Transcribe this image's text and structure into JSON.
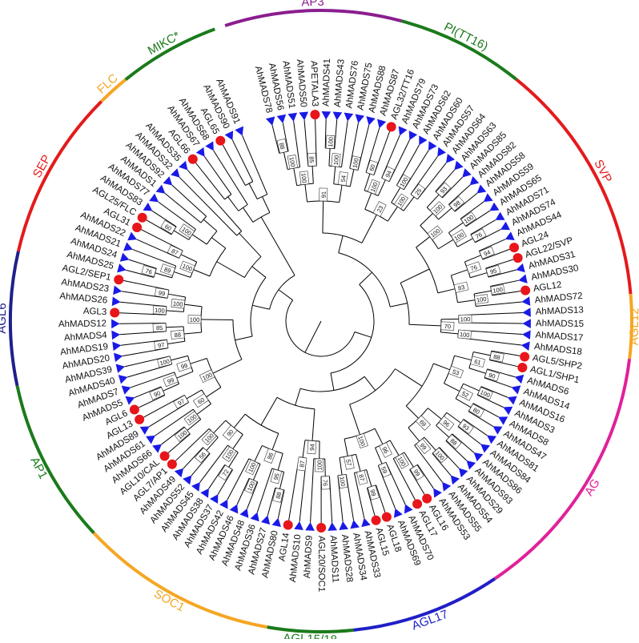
{
  "tree": {
    "center_deg_note": "",
    "clades": [
      {
        "name": "AP3",
        "color": "#8B1E8E",
        "start": -18,
        "end": 15
      },
      {
        "name": "PI(TT16)",
        "color": "#1B7A1B",
        "start": 15,
        "end": 39
      },
      {
        "name": "SVP",
        "color": "#E41A1C",
        "start": 39,
        "end": 85
      },
      {
        "name": "AGL12",
        "color": "#F5A623",
        "start": 85,
        "end": 97
      },
      {
        "name": "AG",
        "color": "#E0219A",
        "start": 97,
        "end": 146
      },
      {
        "name": "AGL17",
        "color": "#1F1FC8",
        "start": 146,
        "end": 174
      },
      {
        "name": "AGL15/18",
        "color": "#1B7A1B",
        "start": 174,
        "end": 190
      },
      {
        "name": "SOC1",
        "color": "#F5A623",
        "start": 190,
        "end": 227
      },
      {
        "name": "AP1",
        "color": "#1B7A1B",
        "start": 227,
        "end": 258
      },
      {
        "name": "AGL6",
        "color": "#1F1F8C",
        "start": 258,
        "end": 283
      },
      {
        "name": "SEP",
        "color": "#E41A1C",
        "start": 283,
        "end": 315
      },
      {
        "name": "FLC",
        "color": "#F5A623",
        "start": 315,
        "end": 321
      },
      {
        "name": "MIKC*",
        "color": "#1B7A1B",
        "start": 321,
        "end": 340
      }
    ],
    "leaves": [
      {
        "label": "AhMADS78",
        "marker": "triangle"
      },
      {
        "label": "AhMADS56",
        "marker": "triangle"
      },
      {
        "label": "AhMADS51",
        "marker": "triangle"
      },
      {
        "label": "AhMADS50",
        "marker": "triangle"
      },
      {
        "label": "APETALA3",
        "marker": "circle"
      },
      {
        "label": "AhMADS41",
        "marker": "triangle"
      },
      {
        "label": "AhMADS43",
        "marker": "triangle"
      },
      {
        "label": "AhMADS76",
        "marker": "triangle"
      },
      {
        "label": "AhMADS75",
        "marker": "triangle"
      },
      {
        "label": "AhMADS88",
        "marker": "triangle"
      },
      {
        "label": "AhMADS87",
        "marker": "triangle"
      },
      {
        "label": "AGL32/TT16",
        "marker": "circle"
      },
      {
        "label": "AhMADS79",
        "marker": "triangle"
      },
      {
        "label": "AhMADS73",
        "marker": "triangle"
      },
      {
        "label": "AhMADS62",
        "marker": "triangle"
      },
      {
        "label": "AhMADS60",
        "marker": "triangle"
      },
      {
        "label": "AhMADS57",
        "marker": "triangle"
      },
      {
        "label": "AhMADS64",
        "marker": "triangle"
      },
      {
        "label": "AhMADS63",
        "marker": "triangle"
      },
      {
        "label": "AhMADS85",
        "marker": "triangle"
      },
      {
        "label": "AhMADS82",
        "marker": "triangle"
      },
      {
        "label": "AhMADS58",
        "marker": "triangle"
      },
      {
        "label": "AhMADS59",
        "marker": "triangle"
      },
      {
        "label": "AhMADS65",
        "marker": "triangle"
      },
      {
        "label": "AhMADS71",
        "marker": "triangle"
      },
      {
        "label": "AhMADS74",
        "marker": "triangle"
      },
      {
        "label": "AhMADS44",
        "marker": "triangle"
      },
      {
        "label": "AGL24",
        "marker": "circle"
      },
      {
        "label": "AGL22/SVP",
        "marker": "circle"
      },
      {
        "label": "AhMADS31",
        "marker": "triangle"
      },
      {
        "label": "AhMADS30",
        "marker": "triangle"
      },
      {
        "label": "AGL12",
        "marker": "circle"
      },
      {
        "label": "AhMADS72",
        "marker": "triangle"
      },
      {
        "label": "AhMADS13",
        "marker": "triangle"
      },
      {
        "label": "AhMADS15",
        "marker": "triangle"
      },
      {
        "label": "AhMADS17",
        "marker": "triangle"
      },
      {
        "label": "AhMADS18",
        "marker": "triangle"
      },
      {
        "label": "AGL5/SHP2",
        "marker": "circle"
      },
      {
        "label": "AGL1/SHP1",
        "marker": "circle"
      },
      {
        "label": "AhMADS6",
        "marker": "triangle"
      },
      {
        "label": "AhMADS14",
        "marker": "triangle"
      },
      {
        "label": "AhMADS16",
        "marker": "triangle"
      },
      {
        "label": "AhMADS3",
        "marker": "triangle"
      },
      {
        "label": "AhMADS8",
        "marker": "triangle"
      },
      {
        "label": "AhMADS47",
        "marker": "triangle"
      },
      {
        "label": "AhMADS81",
        "marker": "triangle"
      },
      {
        "label": "AhMADS84",
        "marker": "triangle"
      },
      {
        "label": "AhMADS86",
        "marker": "triangle"
      },
      {
        "label": "AhMADS93",
        "marker": "triangle"
      },
      {
        "label": "AhMADS29",
        "marker": "triangle"
      },
      {
        "label": "AhMADS54",
        "marker": "triangle"
      },
      {
        "label": "AhMADS55",
        "marker": "triangle"
      },
      {
        "label": "AhMADS53",
        "marker": "triangle"
      },
      {
        "label": "AGL16",
        "marker": "circle"
      },
      {
        "label": "AGL17",
        "marker": "circle"
      },
      {
        "label": "AhMADS70",
        "marker": "triangle"
      },
      {
        "label": "AhMADS69",
        "marker": "triangle"
      },
      {
        "label": "AGL18",
        "marker": "circle"
      },
      {
        "label": "AGL15",
        "marker": "circle"
      },
      {
        "label": "AhMADS33",
        "marker": "triangle"
      },
      {
        "label": "AhMADS34",
        "marker": "triangle"
      },
      {
        "label": "AhMADS28",
        "marker": "triangle"
      },
      {
        "label": "AhMADS11",
        "marker": "triangle"
      },
      {
        "label": "AGL20/SOC1",
        "marker": "circle"
      },
      {
        "label": "AhMADS9",
        "marker": "triangle"
      },
      {
        "label": "AhMADS10",
        "marker": "triangle"
      },
      {
        "label": "AGL14",
        "marker": "circle"
      },
      {
        "label": "AhMADS80",
        "marker": "triangle"
      },
      {
        "label": "AhMADS27",
        "marker": "triangle"
      },
      {
        "label": "AhMADS36",
        "marker": "triangle"
      },
      {
        "label": "AhMADS48",
        "marker": "triangle"
      },
      {
        "label": "AhMADS46",
        "marker": "triangle"
      },
      {
        "label": "AhMADS42",
        "marker": "triangle"
      },
      {
        "label": "AhMADS37",
        "marker": "triangle"
      },
      {
        "label": "AhMADS38",
        "marker": "triangle"
      },
      {
        "label": "AhMADS45",
        "marker": "triangle"
      },
      {
        "label": "AhMADS52",
        "marker": "triangle"
      },
      {
        "label": "AhMADS49",
        "marker": "triangle"
      },
      {
        "label": "AGL7/AP1",
        "marker": "circle"
      },
      {
        "label": "AGL10/CAL",
        "marker": "circle"
      },
      {
        "label": "AhMADS66",
        "marker": "triangle"
      },
      {
        "label": "AhMADS61",
        "marker": "triangle"
      },
      {
        "label": "AhMADS89",
        "marker": "triangle"
      },
      {
        "label": "AGL13",
        "marker": "circle"
      },
      {
        "label": "AGL6",
        "marker": "circle"
      },
      {
        "label": "AhMADS5",
        "marker": "triangle"
      },
      {
        "label": "AhMADS7",
        "marker": "triangle"
      },
      {
        "label": "AhMADS40",
        "marker": "triangle"
      },
      {
        "label": "AhMADS39",
        "marker": "triangle"
      },
      {
        "label": "AhMADS20",
        "marker": "triangle"
      },
      {
        "label": "AhMADS19",
        "marker": "triangle"
      },
      {
        "label": "AhMADS4",
        "marker": "triangle"
      },
      {
        "label": "AhMADS12",
        "marker": "triangle"
      },
      {
        "label": "AGL3",
        "marker": "circle"
      },
      {
        "label": "AhMADS26",
        "marker": "triangle"
      },
      {
        "label": "AhMADS23",
        "marker": "triangle"
      },
      {
        "label": "AGL2/SEP1",
        "marker": "circle"
      },
      {
        "label": "AhMADS25",
        "marker": "triangle"
      },
      {
        "label": "AhMADS24",
        "marker": "triangle"
      },
      {
        "label": "AhMADS21",
        "marker": "triangle"
      },
      {
        "label": "AhMADS22",
        "marker": "triangle"
      },
      {
        "label": "AGL31",
        "marker": "circle"
      },
      {
        "label": "AGL25/FLC",
        "marker": "circle"
      },
      {
        "label": "AhMADS83",
        "marker": "triangle"
      },
      {
        "label": "AhMADS77",
        "marker": "triangle"
      },
      {
        "label": "AhMADS1",
        "marker": "triangle"
      },
      {
        "label": "AhMADS92",
        "marker": "triangle"
      },
      {
        "label": "AhMADS32",
        "marker": "triangle"
      },
      {
        "label": "AhMADS35",
        "marker": "triangle"
      },
      {
        "label": "AGL66",
        "marker": "circle"
      },
      {
        "label": "AhMADS67",
        "marker": "triangle"
      },
      {
        "label": "AhMADS68",
        "marker": "triangle"
      },
      {
        "label": "AGL65",
        "marker": "circle"
      },
      {
        "label": "AhMADS90",
        "marker": "triangle"
      },
      {
        "label": "AhMADS91",
        "marker": "triangle"
      }
    ],
    "bootstrap_values": [
      "88",
      "100",
      "85",
      "100",
      "100",
      "100",
      "100",
      "54",
      "91",
      "60",
      "94",
      "100",
      "100",
      "25",
      "100",
      "23",
      "93",
      "98",
      "100",
      "100",
      "76",
      "100",
      "100",
      "94",
      "95",
      "76",
      "100",
      "100",
      "83",
      "100",
      "100",
      "70",
      "88",
      "90",
      "61",
      "100",
      "80",
      "52",
      "53",
      "93",
      "88",
      "96",
      "100",
      "99",
      "69",
      "99",
      "100",
      "59",
      "96",
      "99",
      "87",
      "100",
      "57",
      "100",
      "76",
      "100",
      "87",
      "94",
      "88",
      "95",
      "100",
      "100",
      "86",
      "72",
      "100",
      "56",
      "100",
      "90",
      "100",
      "100",
      "97",
      "60",
      "90",
      "99",
      "100",
      "99",
      "100",
      "97",
      "85",
      "88",
      "100",
      "99",
      "100",
      "100",
      "76",
      "89",
      "87",
      "100",
      "60",
      "100"
    ]
  },
  "colors": {
    "circle_marker": "#E8151B",
    "triangle_marker": "#1A1AE6",
    "branch": "#000000"
  }
}
